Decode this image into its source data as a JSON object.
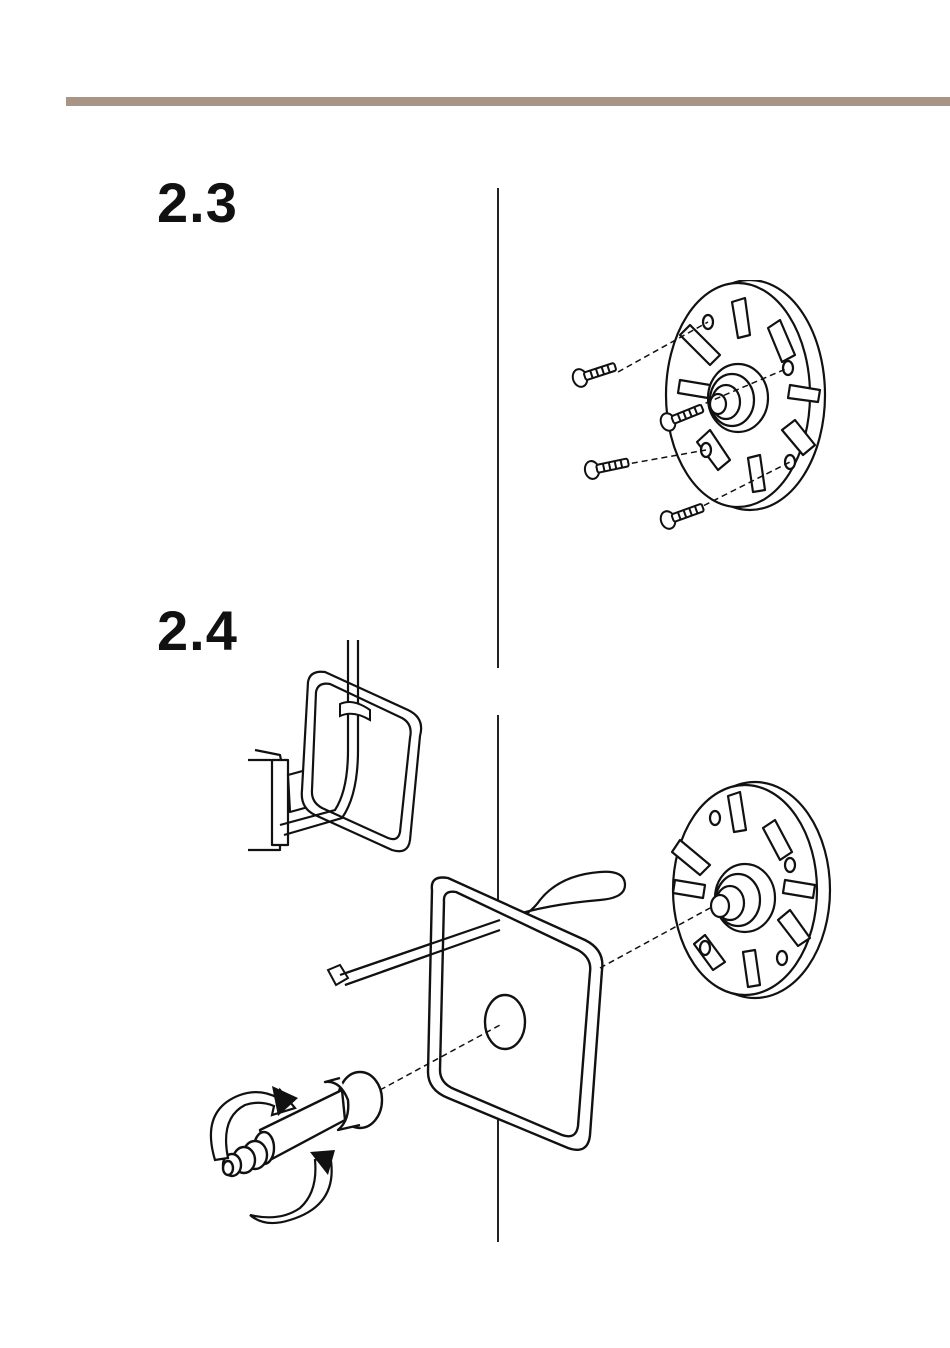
{
  "colors": {
    "rule": "#a99585",
    "ink": "#111111",
    "fill": "#ffffff"
  },
  "steps": [
    {
      "number": "2.3"
    },
    {
      "number": "2.4"
    }
  ],
  "illustrations": [
    {
      "step": "2.3",
      "description_icon": "mounting-plate-with-screws-icon"
    },
    {
      "step": "2.4",
      "description_icon": "cable-and-cover-assembly-icon"
    }
  ]
}
